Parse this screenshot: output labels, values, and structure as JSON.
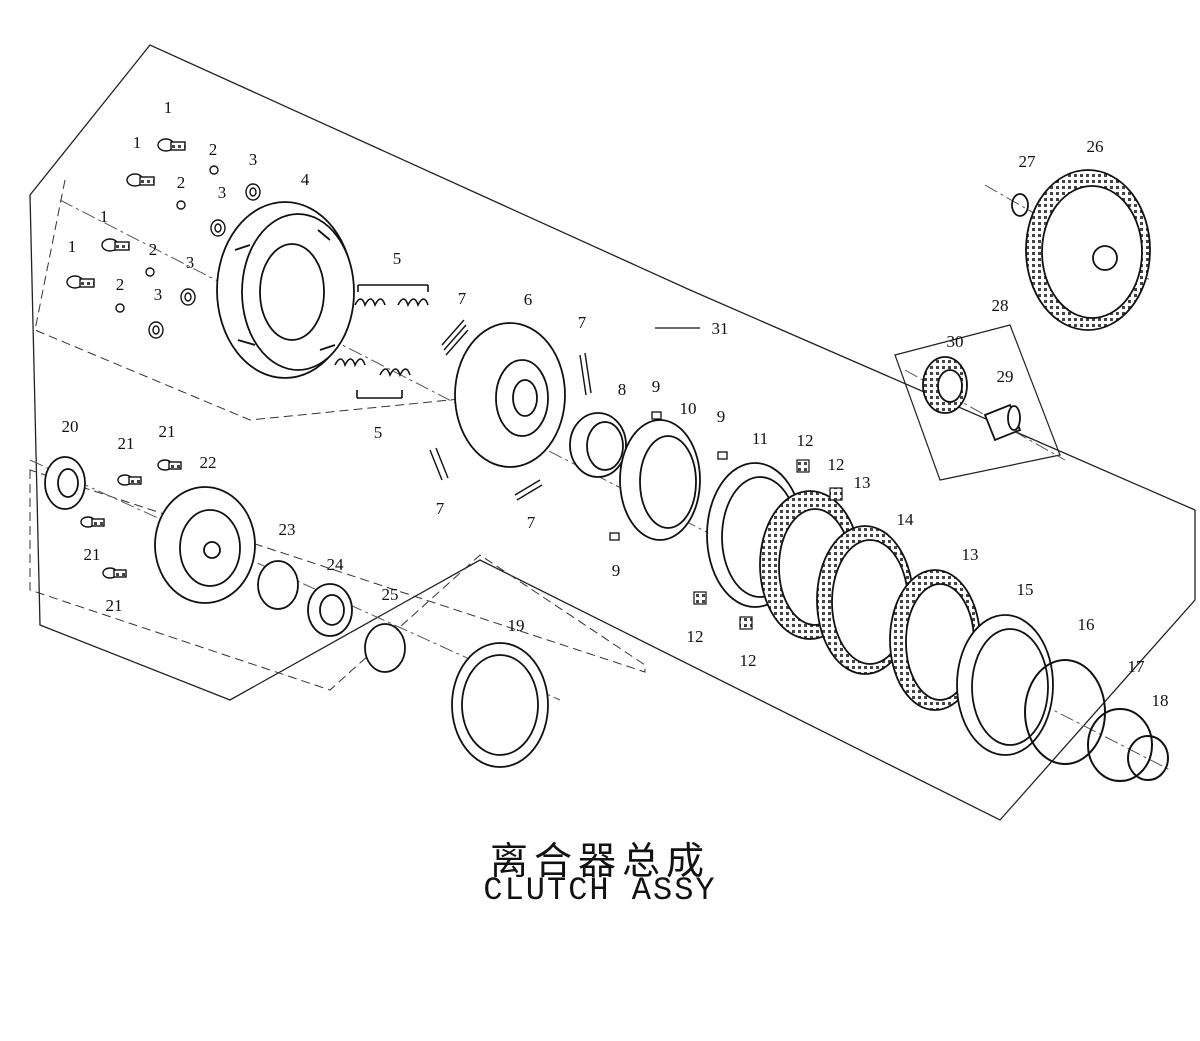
{
  "title_cn": "离合器总成",
  "title_en": "CLUTCH ASSY",
  "callouts": [
    {
      "label": "1"
    },
    {
      "label": "1"
    },
    {
      "label": "1"
    },
    {
      "label": "1"
    },
    {
      "label": "2"
    },
    {
      "label": "2"
    },
    {
      "label": "2"
    },
    {
      "label": "2"
    },
    {
      "label": "3"
    },
    {
      "label": "3"
    },
    {
      "label": "3"
    },
    {
      "label": "3"
    },
    {
      "label": "4"
    },
    {
      "label": "5"
    },
    {
      "label": "5"
    },
    {
      "label": "6"
    },
    {
      "label": "7"
    },
    {
      "label": "7"
    },
    {
      "label": "7"
    },
    {
      "label": "7"
    },
    {
      "label": "8"
    },
    {
      "label": "9"
    },
    {
      "label": "9"
    },
    {
      "label": "9"
    },
    {
      "label": "10"
    },
    {
      "label": "11"
    },
    {
      "label": "12"
    },
    {
      "label": "12"
    },
    {
      "label": "12"
    },
    {
      "label": "12"
    },
    {
      "label": "13"
    },
    {
      "label": "13"
    },
    {
      "label": "14"
    },
    {
      "label": "15"
    },
    {
      "label": "16"
    },
    {
      "label": "17"
    },
    {
      "label": "18"
    },
    {
      "label": "19"
    },
    {
      "label": "20"
    },
    {
      "label": "21"
    },
    {
      "label": "21"
    },
    {
      "label": "21"
    },
    {
      "label": "21"
    },
    {
      "label": "22"
    },
    {
      "label": "23"
    },
    {
      "label": "24"
    },
    {
      "label": "25"
    },
    {
      "label": "26"
    },
    {
      "label": "27"
    },
    {
      "label": "28"
    },
    {
      "label": "29"
    },
    {
      "label": "30"
    },
    {
      "label": "31"
    }
  ]
}
